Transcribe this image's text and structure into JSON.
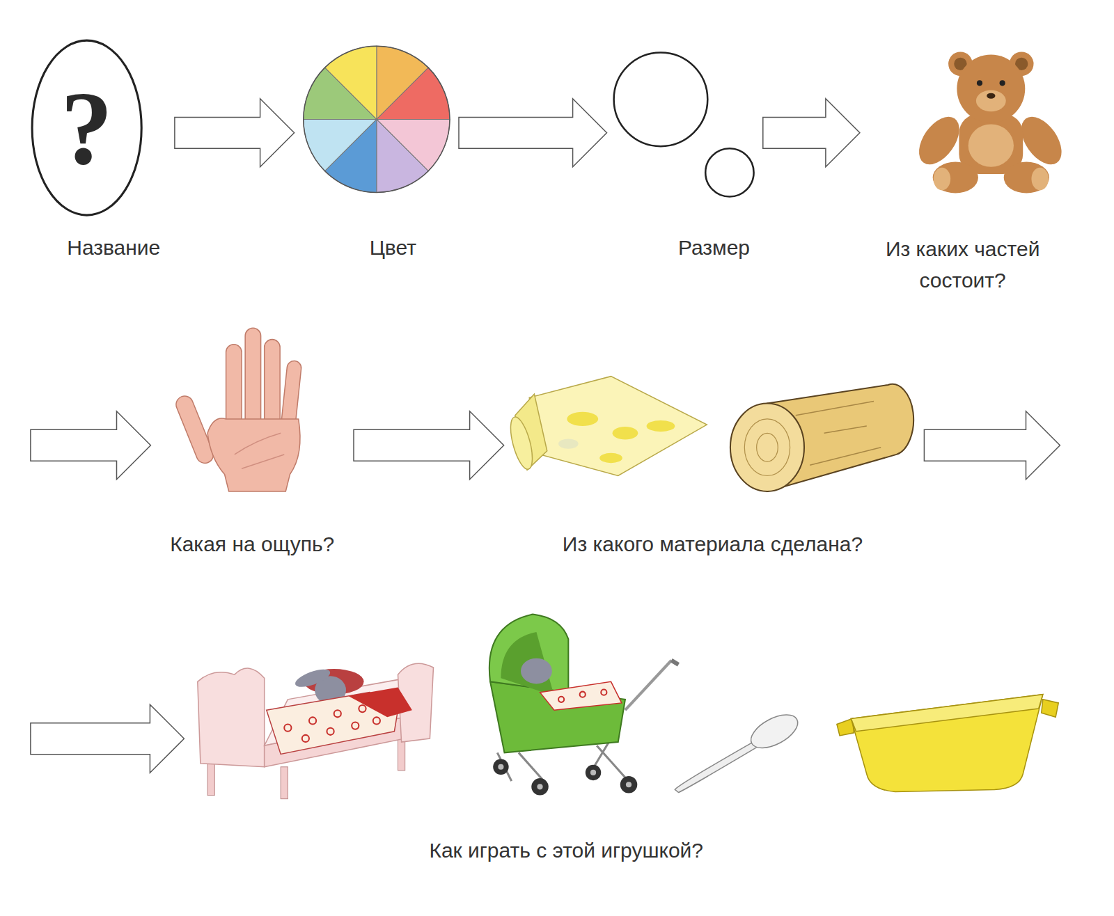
{
  "diagram": {
    "nodes": [
      {
        "text": [
          "?",
          "Название"
        ]
      },
      {
        "text": [
          "Цвет"
        ]
      },
      {
        "text": [
          "Размер"
        ]
      },
      {
        "text": [
          "Из каких частей состоит?"
        ]
      },
      {
        "text": [
          "Какая на ощупь?"
        ]
      },
      {
        "text": [
          "Из какого материала сделана?"
        ]
      },
      {
        "text": [
          "Как играть с этой игрушкой?"
        ]
      }
    ],
    "edges": [
      {
        "from": 0,
        "to": 1,
        "arrow": "to"
      },
      {
        "from": 1,
        "to": 2,
        "arrow": "to"
      },
      {
        "from": 2,
        "to": 3,
        "arrow": "to"
      },
      {
        "from": 3,
        "to": 4,
        "arrow": "to"
      },
      {
        "from": 4,
        "to": 5,
        "arrow": "to"
      },
      {
        "from": 5,
        "to": 6,
        "arrow": "to"
      }
    ]
  }
}
